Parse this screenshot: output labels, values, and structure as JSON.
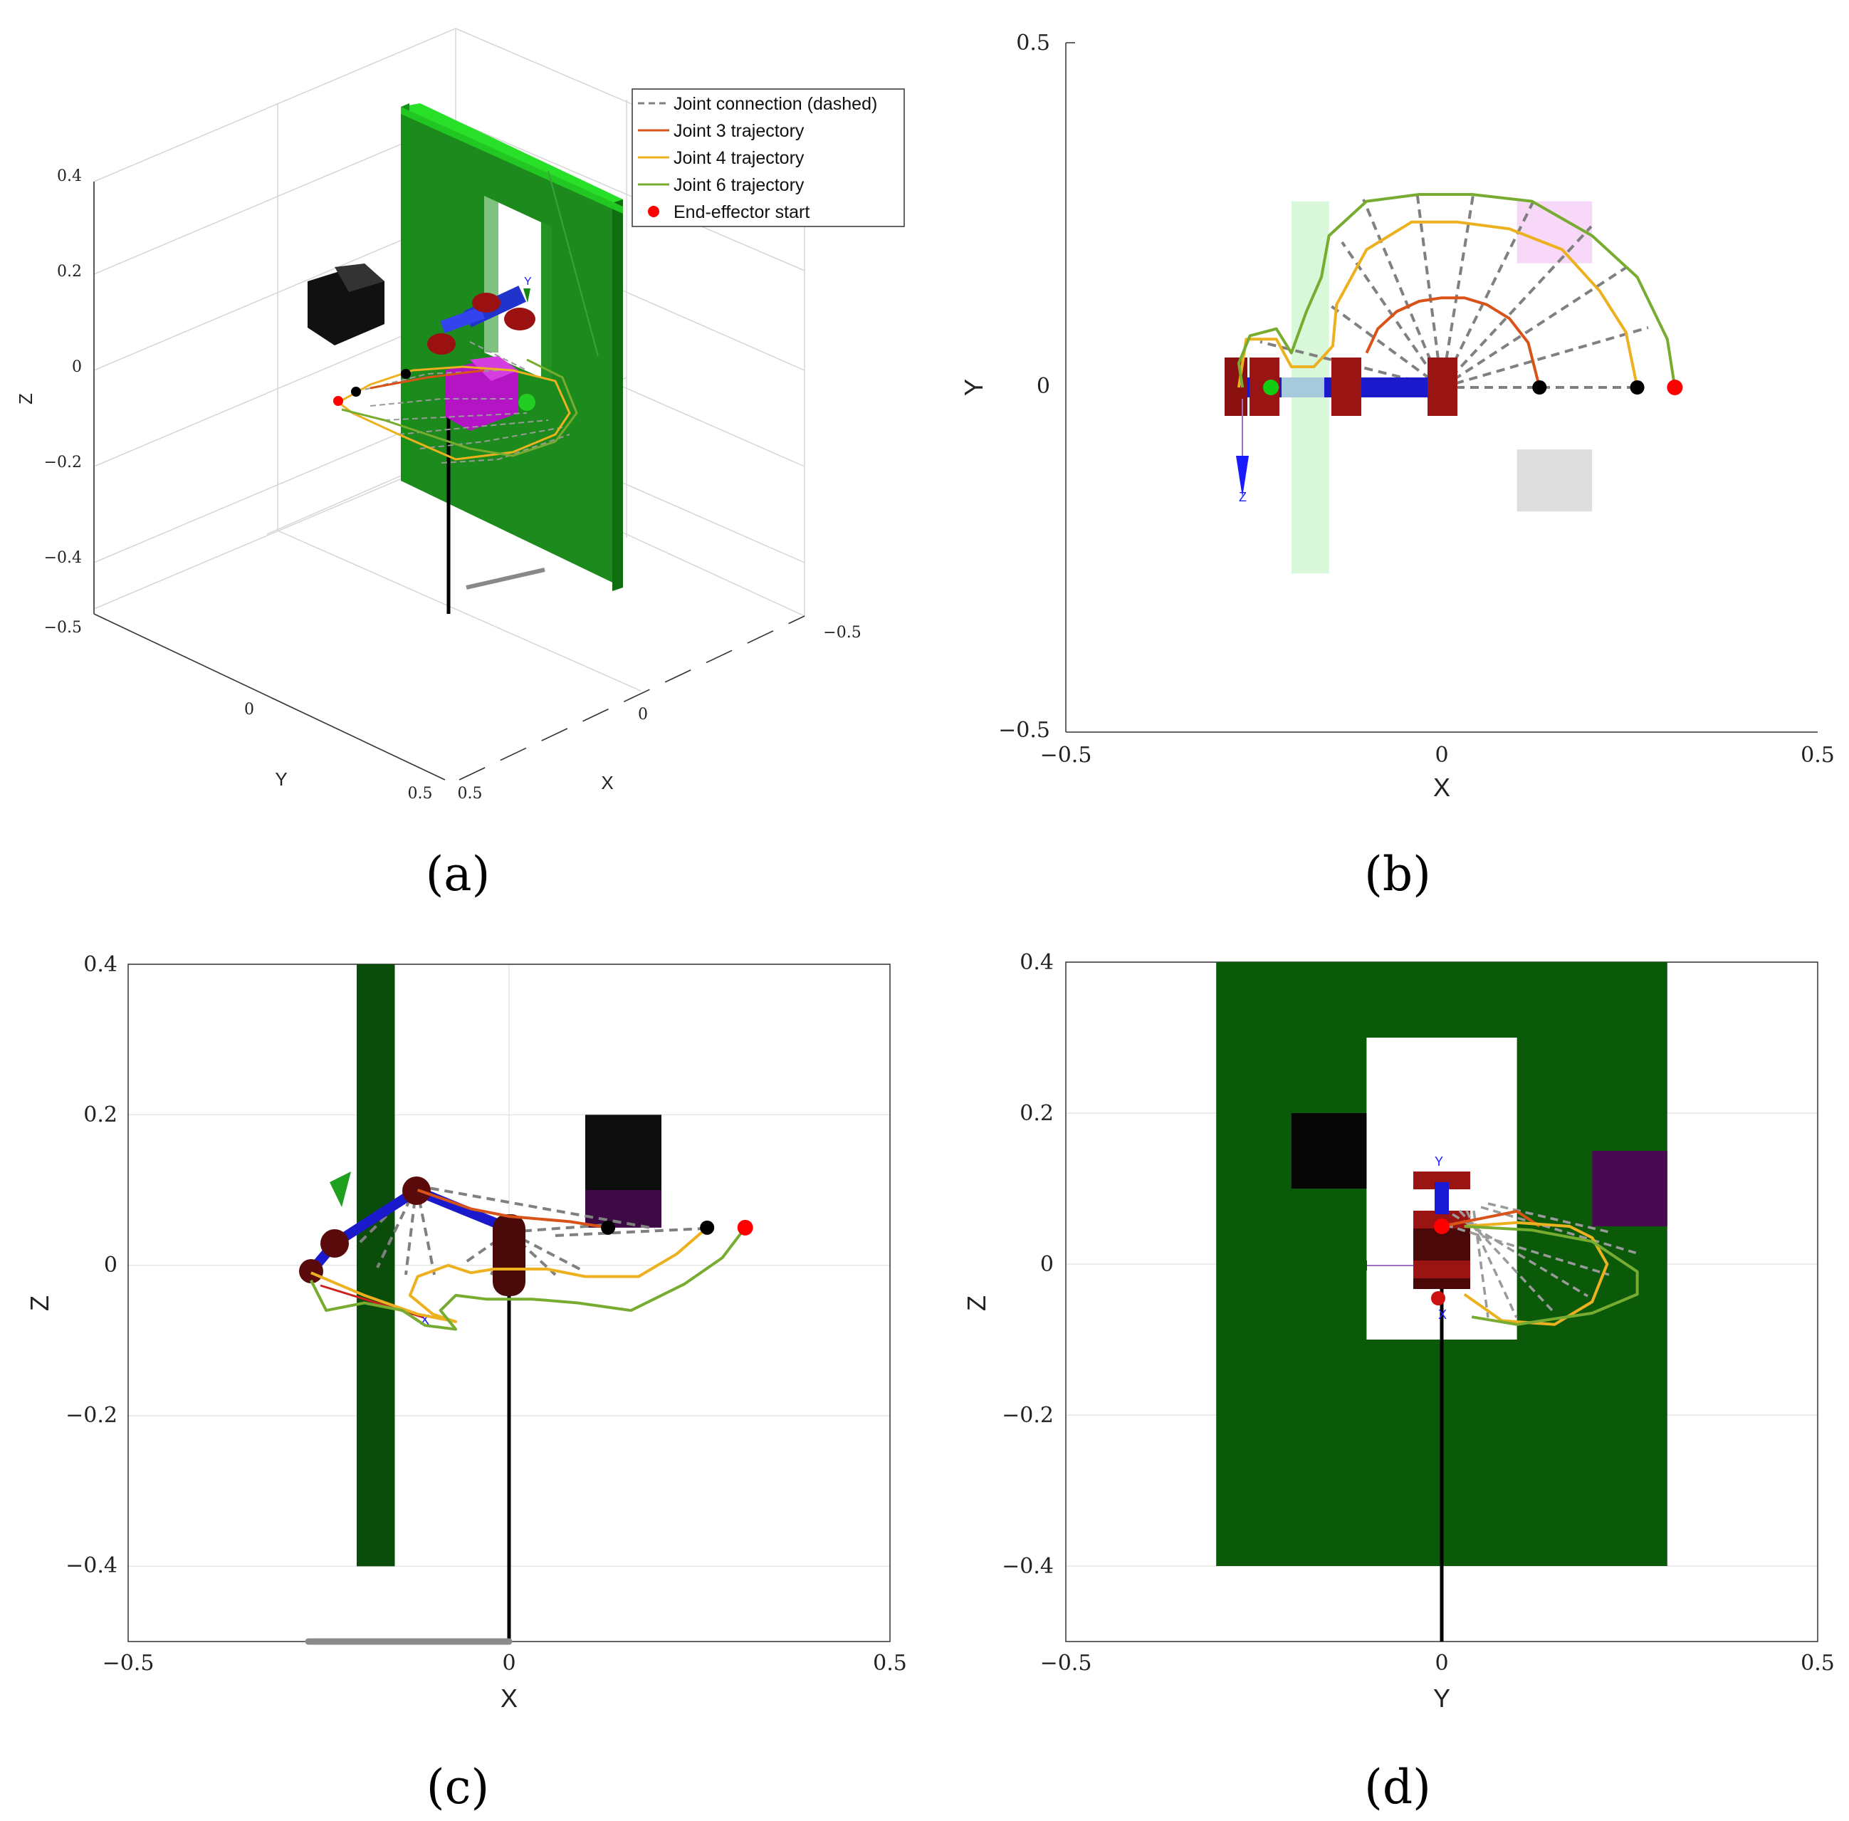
{
  "figure": {
    "captions": [
      "(a)",
      "(b)",
      "(c)",
      "(d)"
    ]
  },
  "colors": {
    "joint3": "#d95319",
    "joint4": "#edb120",
    "joint6": "#77ac30",
    "connection": "#808080",
    "start": "#ff0000",
    "wall_green": "#0b5d0b",
    "wall_bright": "#1fd11f",
    "link_blue": "#1a1ad6",
    "joint_red": "#8b0f0f"
  },
  "chart_data": [
    {
      "panel": "a",
      "type": "line",
      "view": "3d",
      "xlabel": "X",
      "ylabel": "Y",
      "zlabel": "Z",
      "xlim": [
        -0.5,
        0.5
      ],
      "ylim": [
        -0.5,
        0.5
      ],
      "zlim": [
        -0.5,
        0.4
      ],
      "xticks": [
        "−0.5",
        "0",
        "0.5"
      ],
      "yticks": [
        "−0.5",
        "0",
        "0.5"
      ],
      "zticks": [
        "0.4",
        "0.2",
        "0",
        "−0.2",
        "−0.4",
        "−0.5"
      ],
      "legend": {
        "position": "top-right",
        "entries": [
          {
            "label": "Joint connection (dashed)",
            "style": "dashed",
            "color": "#808080"
          },
          {
            "label": "Joint 3 trajectory",
            "style": "line",
            "color": "#d95319"
          },
          {
            "label": "Joint 4 trajectory",
            "style": "line",
            "color": "#edb120"
          },
          {
            "label": "Joint 6 trajectory",
            "style": "line",
            "color": "#77ac30"
          },
          {
            "label": "End-effector start",
            "style": "marker",
            "color": "#ff0000"
          }
        ]
      },
      "axis_marker": "Y"
    },
    {
      "panel": "b",
      "type": "line",
      "view": "top (X-Y)",
      "xlabel": "X",
      "ylabel": "Y",
      "xlim": [
        -0.5,
        0.5
      ],
      "ylim": [
        -0.5,
        0.5
      ],
      "xticks": [
        "−0.5",
        "0",
        "0.5"
      ],
      "yticks": [
        "0.5",
        "0",
        "−0.5"
      ],
      "axis_marker": "Z",
      "series": [
        {
          "name": "Joint 3 trajectory",
          "points": [
            [
              0.13,
              0
            ],
            [
              0.115,
              0.065
            ],
            [
              0.09,
              0.1
            ],
            [
              0.06,
              0.12
            ],
            [
              0.03,
              0.13
            ],
            [
              0,
              0.13
            ],
            [
              -0.03,
              0.125
            ],
            [
              -0.06,
              0.11
            ],
            [
              -0.085,
              0.085
            ],
            [
              -0.1,
              0.05
            ]
          ]
        },
        {
          "name": "Joint 4 trajectory",
          "points": [
            [
              0.26,
              0
            ],
            [
              0.245,
              0.08
            ],
            [
              0.21,
              0.14
            ],
            [
              0.16,
              0.2
            ],
            [
              0.09,
              0.23
            ],
            [
              0.02,
              0.24
            ],
            [
              -0.04,
              0.24
            ],
            [
              -0.1,
              0.2
            ],
            [
              -0.14,
              0.12
            ],
            [
              -0.145,
              0.06
            ],
            [
              -0.17,
              0.03
            ],
            [
              -0.2,
              0.03
            ],
            [
              -0.22,
              0.07
            ],
            [
              -0.26,
              0.07
            ],
            [
              -0.27,
              0
            ]
          ]
        },
        {
          "name": "Joint 6 trajectory",
          "points": [
            [
              0.31,
              0
            ],
            [
              0.3,
              0.07
            ],
            [
              0.26,
              0.16
            ],
            [
              0.2,
              0.22
            ],
            [
              0.12,
              0.27
            ],
            [
              0.04,
              0.28
            ],
            [
              -0.03,
              0.28
            ],
            [
              -0.1,
              0.27
            ],
            [
              -0.15,
              0.22
            ],
            [
              -0.16,
              0.16
            ],
            [
              -0.18,
              0.11
            ],
            [
              -0.2,
              0.05
            ],
            [
              -0.22,
              0.085
            ],
            [
              -0.255,
              0.075
            ],
            [
              -0.27,
              0.035
            ],
            [
              -0.265,
              0
            ]
          ]
        },
        {
          "name": "End-effector start",
          "points": [
            [
              0.31,
              0
            ]
          ]
        }
      ],
      "joint_markers": [
        [
          0.13,
          0
        ],
        [
          0.26,
          0
        ]
      ],
      "obstacles": [
        {
          "name": "wall",
          "x": [
            -0.2,
            -0.15
          ],
          "y": [
            -0.27,
            0.27
          ],
          "color": "#d9f7d9"
        },
        {
          "name": "pink box",
          "x": [
            0.1,
            0.2
          ],
          "y": [
            0.18,
            0.27
          ],
          "color": "#f8d8f8"
        },
        {
          "name": "gray box",
          "x": [
            0.1,
            0.2
          ],
          "y": [
            -0.18,
            -0.09
          ],
          "color": "#dedede"
        }
      ]
    },
    {
      "panel": "c",
      "type": "line",
      "view": "front (X-Z)",
      "xlabel": "X",
      "ylabel": "Z",
      "xlim": [
        -0.5,
        0.5
      ],
      "ylim": [
        -0.5,
        0.4
      ],
      "xticks": [
        "−0.5",
        "0",
        "0.5"
      ],
      "yticks": [
        "0.4",
        "0.2",
        "0",
        "−0.2",
        "−0.4"
      ],
      "axis_marker": "X",
      "series": [
        {
          "name": "Joint 3 trajectory",
          "points": [
            [
              -0.12,
              0.1
            ],
            [
              -0.05,
              0.075
            ],
            [
              0,
              0.065
            ],
            [
              0.08,
              0.058
            ],
            [
              0.13,
              0.05
            ]
          ]
        },
        {
          "name": "Joint 4 trajectory",
          "points": [
            [
              0.26,
              0.05
            ],
            [
              0.22,
              0.015
            ],
            [
              0.17,
              -0.015
            ],
            [
              0.1,
              -0.015
            ],
            [
              0.05,
              -0.005
            ],
            [
              -0.02,
              -0.005
            ],
            [
              -0.05,
              -0.01
            ],
            [
              -0.08,
              0
            ],
            [
              -0.12,
              -0.015
            ],
            [
              -0.13,
              -0.04
            ],
            [
              -0.1,
              -0.065
            ],
            [
              -0.07,
              -0.075
            ],
            [
              -0.12,
              -0.065
            ],
            [
              -0.19,
              -0.04
            ],
            [
              -0.26,
              -0.01
            ]
          ]
        },
        {
          "name": "Joint 6 trajectory",
          "points": [
            [
              0.31,
              0.05
            ],
            [
              0.28,
              0.01
            ],
            [
              0.23,
              -0.025
            ],
            [
              0.16,
              -0.06
            ],
            [
              0.09,
              -0.05
            ],
            [
              0.03,
              -0.045
            ],
            [
              -0.03,
              -0.045
            ],
            [
              -0.07,
              -0.04
            ],
            [
              -0.09,
              -0.06
            ],
            [
              -0.07,
              -0.085
            ],
            [
              -0.11,
              -0.08
            ],
            [
              -0.14,
              -0.06
            ],
            [
              -0.19,
              -0.05
            ],
            [
              -0.24,
              -0.06
            ],
            [
              -0.26,
              -0.02
            ]
          ]
        },
        {
          "name": "End-effector start",
          "points": [
            [
              0.31,
              0.05
            ]
          ]
        }
      ],
      "joint_markers": [
        [
          0.13,
          0.05
        ],
        [
          0.26,
          0.05
        ]
      ],
      "obstacles": [
        {
          "name": "wall",
          "x": [
            -0.2,
            -0.15
          ],
          "z": [
            -0.4,
            0.4
          ],
          "color": "#0a4d0a"
        },
        {
          "name": "black box",
          "x": [
            0.1,
            0.2
          ],
          "z": [
            0.1,
            0.2
          ],
          "color": "#0d0d0d"
        },
        {
          "name": "purple box",
          "x": [
            0.1,
            0.2
          ],
          "z": [
            0.05,
            0.1
          ],
          "color": "#3d0a45"
        }
      ]
    },
    {
      "panel": "d",
      "type": "line",
      "view": "side (Y-Z)",
      "xlabel": "Y",
      "ylabel": "Z",
      "xlim": [
        -0.5,
        0.5
      ],
      "ylim": [
        -0.5,
        0.4
      ],
      "xticks": [
        "−0.5",
        "0",
        "0.5"
      ],
      "yticks": [
        "0.4",
        "0.2",
        "0",
        "−0.2",
        "−0.4"
      ],
      "axis_markers": [
        "Y",
        "X"
      ],
      "series": [
        {
          "name": "Joint 3 trajectory",
          "points": [
            [
              0,
              0.05
            ],
            [
              0.05,
              0.06
            ],
            [
              0.1,
              0.07
            ],
            [
              0.13,
              0.05
            ]
          ]
        },
        {
          "name": "Joint 4 trajectory",
          "points": [
            [
              0.03,
              0.05
            ],
            [
              0.1,
              0.055
            ],
            [
              0.17,
              0.05
            ],
            [
              0.2,
              0.035
            ],
            [
              0.22,
              0.0
            ],
            [
              0.2,
              -0.05
            ],
            [
              0.15,
              -0.08
            ],
            [
              0.08,
              -0.075
            ],
            [
              0.03,
              -0.04
            ]
          ]
        },
        {
          "name": "Joint 6 trajectory",
          "points": [
            [
              0.03,
              0.05
            ],
            [
              0.12,
              0.045
            ],
            [
              0.2,
              0.03
            ],
            [
              0.23,
              0.01
            ],
            [
              0.26,
              -0.01
            ],
            [
              0.26,
              -0.04
            ],
            [
              0.2,
              -0.065
            ],
            [
              0.1,
              -0.08
            ],
            [
              0.04,
              -0.07
            ]
          ]
        },
        {
          "name": "End-effector start",
          "points": [
            [
              0,
              0.05
            ]
          ]
        }
      ],
      "obstacles": [
        {
          "name": "wall",
          "y": [
            -0.3,
            0.3
          ],
          "z": [
            -0.4,
            0.4
          ],
          "color": "#0a5a0a",
          "opening": {
            "y": [
              -0.1,
              0.1
            ],
            "z": [
              -0.1,
              0.3
            ]
          }
        },
        {
          "name": "black box",
          "y": [
            -0.2,
            -0.1
          ],
          "z": [
            0.1,
            0.2
          ],
          "color": "#060606"
        },
        {
          "name": "purple box",
          "y": [
            0.2,
            0.3
          ],
          "z": [
            0.05,
            0.15
          ],
          "color": "#4a0a52"
        }
      ]
    }
  ]
}
